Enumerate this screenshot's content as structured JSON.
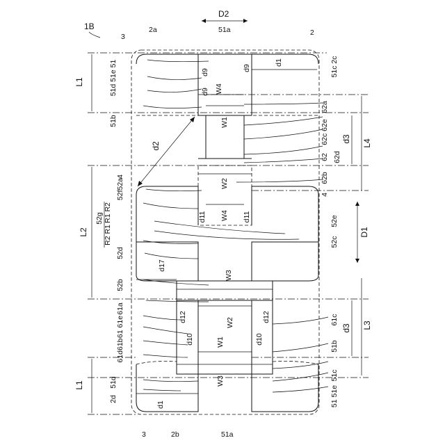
{
  "figure_ref": "1B",
  "labels": {
    "top_2a": "2a",
    "top_3": "3",
    "top_2": "2",
    "top_D2": "D2",
    "top_51a": "51a",
    "top_d9": "d9",
    "top_df": "d1",
    "top_2c": "2c",
    "top_51c": "51c",
    "top_51": "51",
    "top_51e": "51e",
    "top_51d": "51d",
    "top_d9b": "d9",
    "top_W4": "W4",
    "top_51b": "51b",
    "top_L1": "L1",
    "top_d2": "d2",
    "top_W1": "W1",
    "top_62a": "62a",
    "top_62c": "62c",
    "top_62e": "62e",
    "top_62": "62",
    "top_62d": "62d",
    "top_62b": "62b",
    "top_d3": "d3",
    "top_L4": "L4",
    "top_4": "4",
    "mid_W2": "W2",
    "mid_4": "4",
    "mid_52a": "52a",
    "mid_52f": "52f",
    "mid_d11a": "d11",
    "mid_W4": "W4",
    "mid_d11b": "d11",
    "mid_52e": "52e",
    "mid_R2": "R2",
    "mid_R1": "R1",
    "mid_52g": "52g",
    "mid_R2b": "R2",
    "mid_R1b": "R1",
    "mid_L2": "L2",
    "mid_52d": "52d",
    "mid_52c": "52c",
    "mid_D1": "D1",
    "mid_d17": "d17",
    "mid_52b": "52b",
    "mid_W3": "W3",
    "bot_61a": "61a",
    "bot_61": "61",
    "bot_61e": "61e",
    "bot_61d": "61d",
    "bot_61b": "61b",
    "bot_d12a": "d12",
    "bot_W2": "W2",
    "bot_d12b": "d12",
    "bot_61c": "61c",
    "bot_d10a": "d10",
    "bot_W1": "W1",
    "bot_d10b": "d10",
    "bot_51b": "51b",
    "bot_L3": "L3",
    "bot_d3": "d3",
    "bot_L1": "L1",
    "bot_51d": "51d",
    "bot_2d": "2d",
    "bot_d1": "d1",
    "bot_W3": "W3",
    "bot_51c": "51c",
    "bot_51e": "51e",
    "bot_51": "51",
    "bot_3": "3",
    "bot_2b": "2b",
    "bot_51a": "51a"
  }
}
